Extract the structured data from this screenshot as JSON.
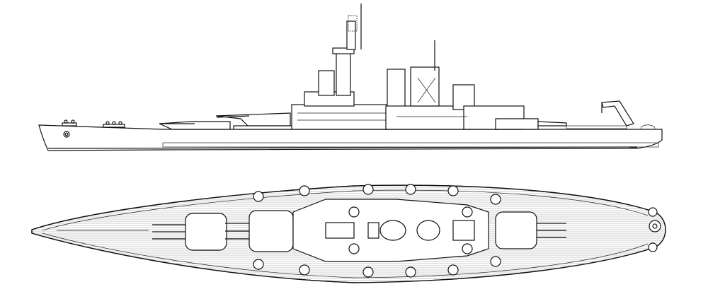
{
  "drawing": {
    "subject": "battleship-line-drawing",
    "views": [
      "profile",
      "plan"
    ],
    "colors": {
      "line": "#111111",
      "background": "#ffffff",
      "deck_planking": "#9a9a9a"
    }
  }
}
